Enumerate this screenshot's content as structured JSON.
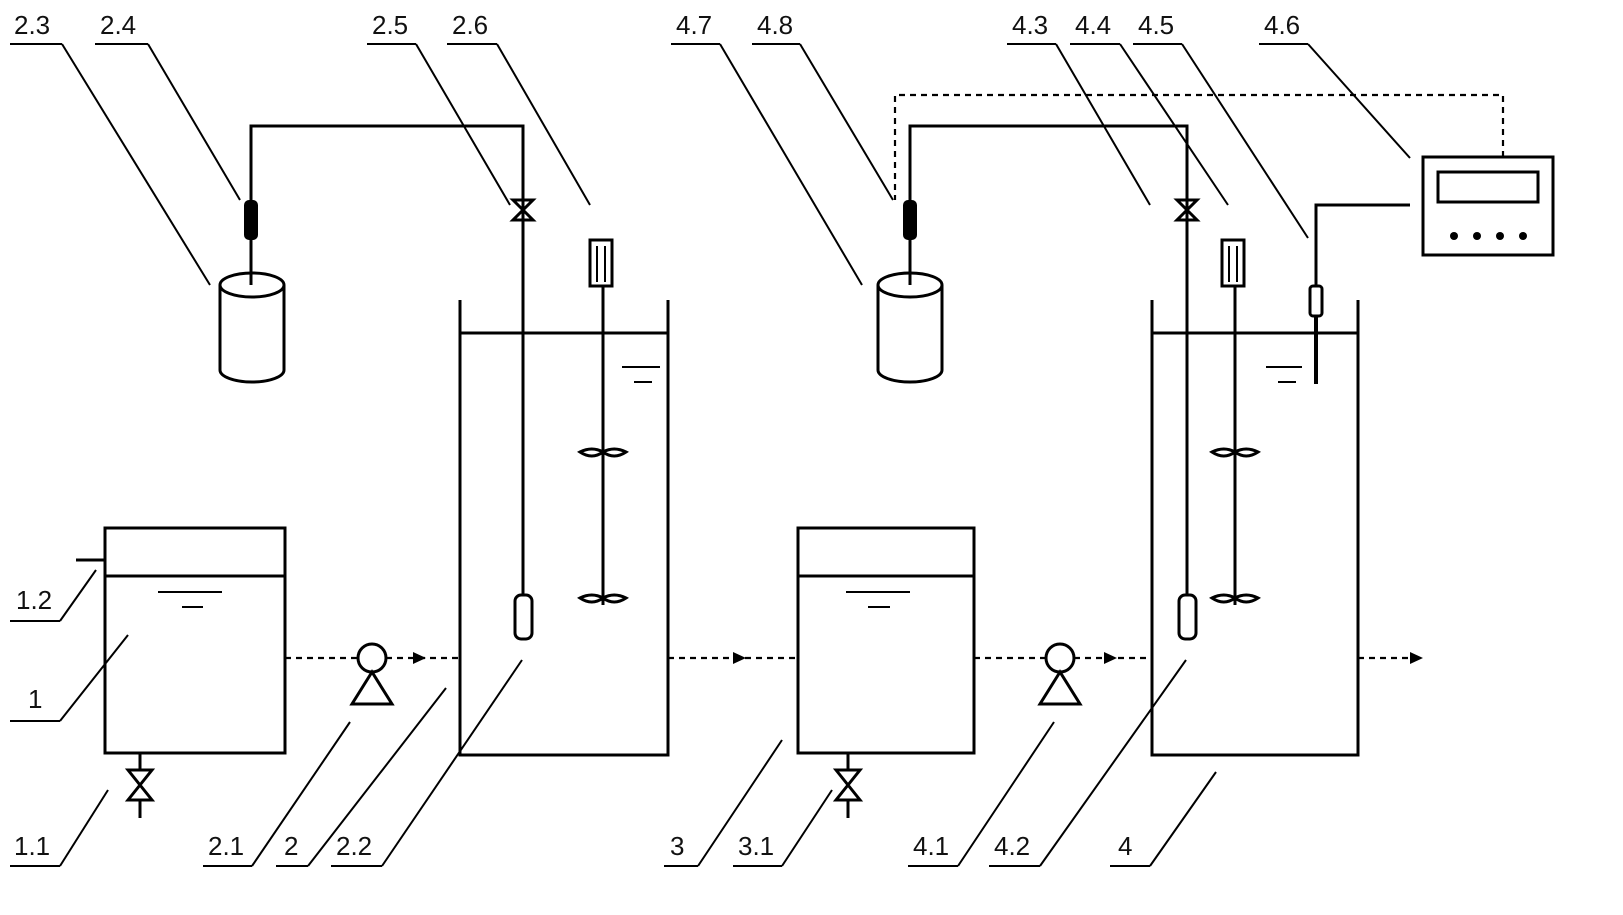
{
  "labels": {
    "l23": "2.3",
    "l24": "2.4",
    "l25": "2.5",
    "l26": "2.6",
    "l47": "4.7",
    "l48": "4.8",
    "l43": "4.3",
    "l44": "4.4",
    "l45": "4.5",
    "l46": "4.6",
    "l12": "1.2",
    "l1": "1",
    "l11": "1.1",
    "l21": "2.1",
    "l2": "2",
    "l22": "2.2",
    "l3": "3",
    "l31": "3.1",
    "l41": "4.1",
    "l42": "4.2",
    "l4": "4"
  }
}
